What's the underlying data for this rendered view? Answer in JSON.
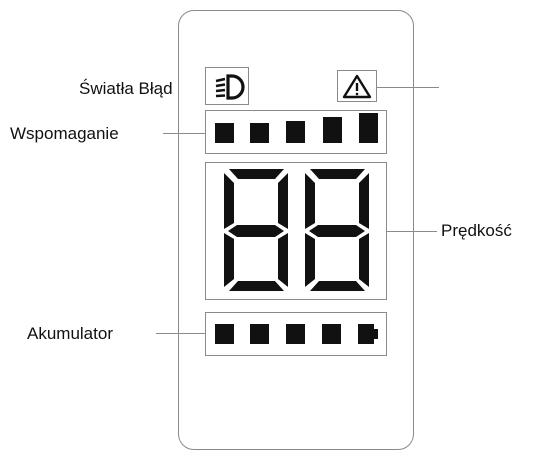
{
  "labels": {
    "lights_error": "Światła Błąd",
    "assist": "Wspomaganie",
    "speed": "Prędkość",
    "battery": "Akumulator"
  },
  "speed_display": {
    "digits": "88"
  },
  "assist_level": {
    "segments_total": 5,
    "segments_lit": 5
  },
  "battery_level": {
    "segments_total": 5,
    "segments_lit": 5
  },
  "icons": {
    "headlight": "headlight-icon",
    "warning": "warning-triangle-icon"
  },
  "colors": {
    "segment": "#111111",
    "outline": "#8a8a8a",
    "background": "#ffffff"
  }
}
